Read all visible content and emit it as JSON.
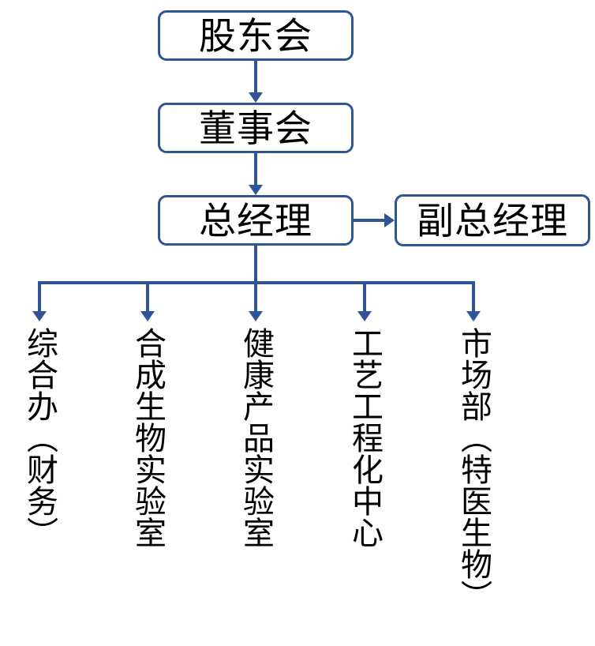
{
  "colors": {
    "line": "#2F5597",
    "text": "#000000",
    "background": "#FFFFFF"
  },
  "nodes": {
    "shareholders": "股东会",
    "board": "董事会",
    "general_manager": "总经理",
    "deputy_general_manager": "副总经理"
  },
  "departments": [
    "综合办（财务）",
    "合成生物实验室",
    "健康产品实验室",
    "工艺工程化中心",
    "市场部（特医生物）"
  ],
  "hierarchy": {
    "edges": [
      {
        "from": "股东会",
        "to": "董事会"
      },
      {
        "from": "董事会",
        "to": "总经理"
      },
      {
        "from": "总经理",
        "to": "副总经理"
      },
      {
        "from": "总经理",
        "to": "综合办（财务）"
      },
      {
        "from": "总经理",
        "to": "合成生物实验室"
      },
      {
        "from": "总经理",
        "to": "健康产品实验室"
      },
      {
        "from": "总经理",
        "to": "工艺工程化中心"
      },
      {
        "from": "总经理",
        "to": "市场部（特医生物）"
      }
    ]
  }
}
